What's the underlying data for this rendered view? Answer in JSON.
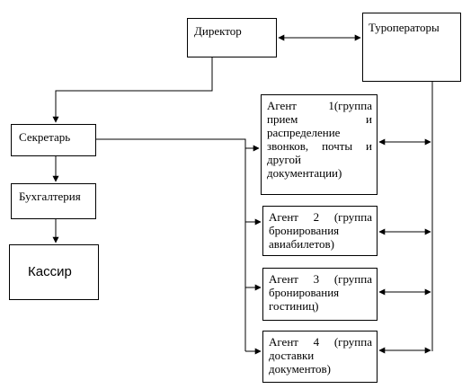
{
  "boxes": {
    "director": "Директор",
    "touroperators": "Туроператоры",
    "secretary": "Секретарь",
    "accounting": "Бухгалтерия",
    "cashier": "Кассир",
    "agent1": "Агент 1(группа прием и распределение звонков, почты и другой документации)",
    "agent2": "Агент 2 (группа бронирования авиабилетов)",
    "agent3": "Агент 3 (группа бронирования гостиниц)",
    "agent4": "Агент 4 (группа доставки документов)"
  }
}
